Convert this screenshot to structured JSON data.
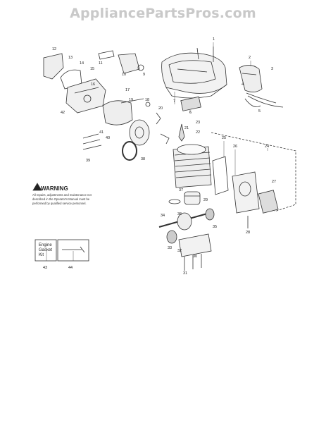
{
  "watermark": "AppliancePartsPros.com",
  "warning": {
    "title": "WARNING",
    "body": "All repairs, adjustments and maintenance not described in the Operator's Manual must be performed by qualified service personnel."
  },
  "kit": {
    "label_line1": "Engine",
    "label_line2": "Gasket",
    "label_line3": "Kit"
  },
  "callouts": {
    "c1": "1",
    "c2": "2",
    "c3": "3",
    "c4": "4",
    "c5": "5",
    "c6": "6",
    "c7": "7",
    "c9": "9",
    "c10": "10",
    "c11": "11",
    "c12": "12",
    "c13": "13",
    "c14": "14",
    "c15": "15",
    "c16": "16",
    "c17": "17",
    "c18": "18",
    "c19": "19",
    "c20": "20",
    "c21": "21",
    "c22": "22",
    "c23": "23",
    "c24": "24",
    "c25": "25",
    "c26": "26",
    "c27": "27",
    "c28": "28",
    "c29": "29",
    "c30": "30",
    "c31": "31",
    "c32": "32",
    "c33": "33",
    "c34": "34",
    "c35": "35",
    "c36": "36",
    "c37": "37",
    "c38": "38",
    "c39": "39",
    "c40": "40",
    "c41": "41",
    "c42": "42",
    "c43": "43",
    "c44": "44"
  }
}
